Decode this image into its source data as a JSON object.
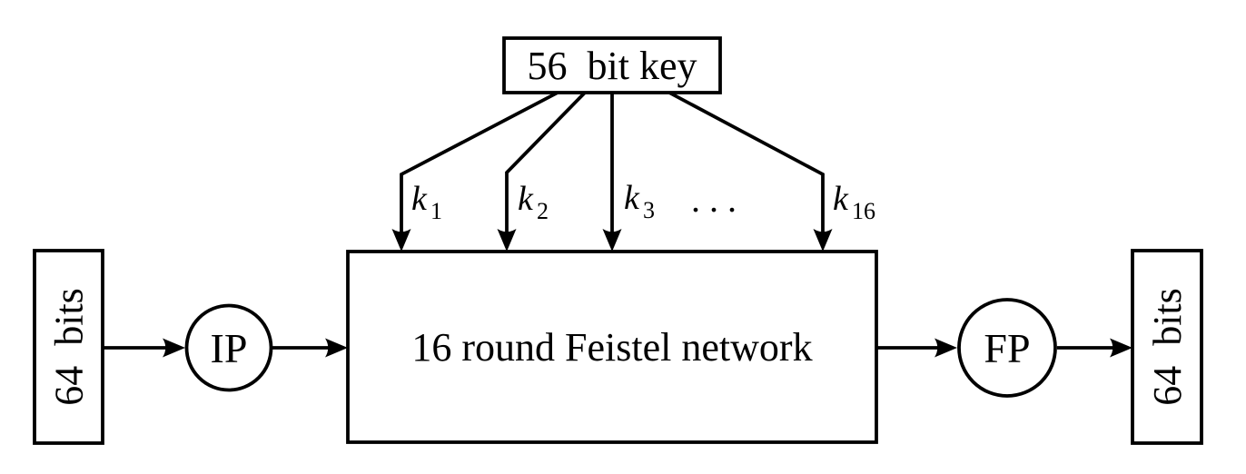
{
  "key_schedule": {
    "key_box_label": "56  bit key",
    "round_keys": [
      {
        "base": "k",
        "sub": "1"
      },
      {
        "base": "k",
        "sub": "2"
      },
      {
        "base": "k",
        "sub": "3"
      },
      {
        "base": "k",
        "sub": "16"
      }
    ],
    "ellipsis": ". . ."
  },
  "pipeline": {
    "input_box_label": "64  bits",
    "initial_permutation_label": "IP",
    "feistel_box_label": "16 round Feistel network",
    "final_permutation_label": "FP",
    "output_box_label": "64  bits"
  },
  "colors": {
    "stroke": "#000000",
    "feistel_fill": "#e6e6e6",
    "node_fill": "#ffffff",
    "background": "#ffffff"
  }
}
